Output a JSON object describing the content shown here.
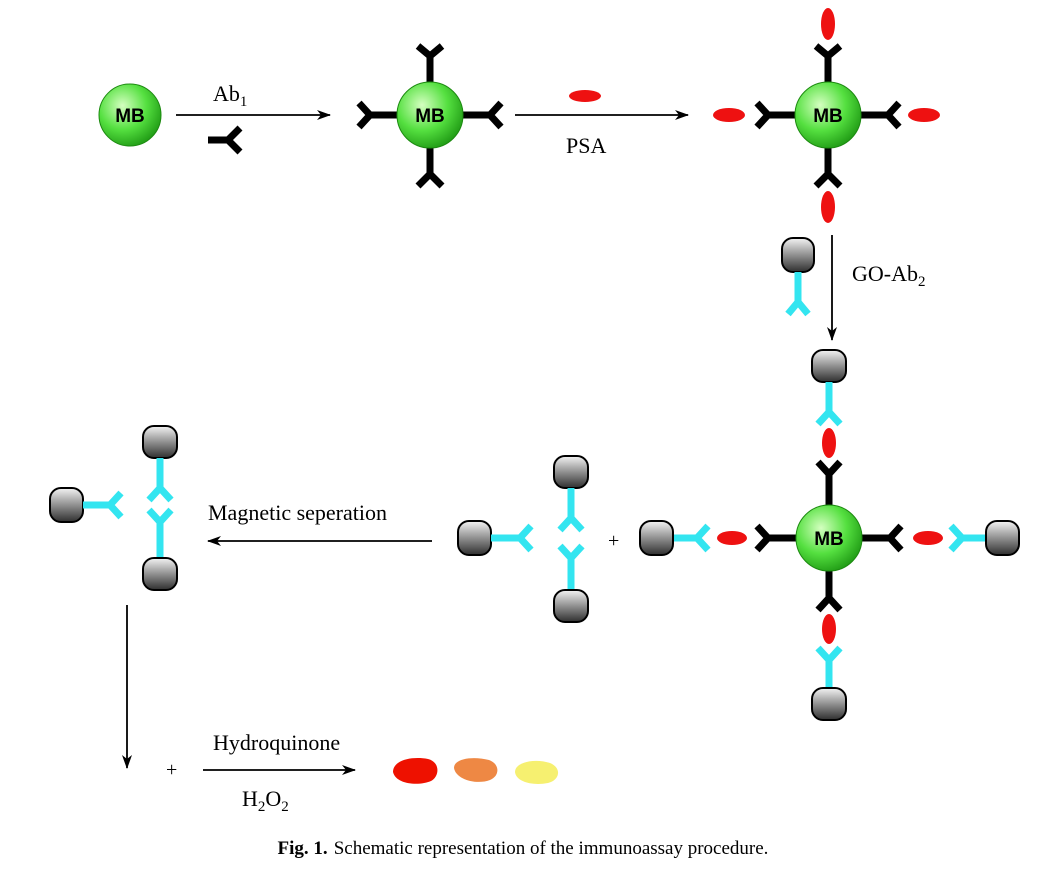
{
  "diagram": {
    "bead_label": "MB",
    "step1": {
      "label_main": "Ab",
      "label_sub": "1"
    },
    "step2": {
      "label": "PSA"
    },
    "step3": {
      "label_main": "GO-Ab",
      "label_sub": "2"
    },
    "step4": {
      "label": "Magnetic seperation"
    },
    "step5": {
      "label_top": "Hydroquinone",
      "label_bottom_1": "H",
      "label_bottom_sub_1": "2",
      "label_bottom_2": "O",
      "label_bottom_sub_2": "2"
    },
    "plus_sign": "+"
  },
  "colors": {
    "bead_green": "#44dd33",
    "bead_green_light": "#c8ffb0",
    "antibody1": "#000000",
    "antibody2": "#33e5f0",
    "antigen": "#ee1111",
    "graphene_oxide": "#6a6a6a",
    "product_red": "#ee1100",
    "product_orange": "#ee8844",
    "product_yellow": "#f6f070"
  },
  "caption": {
    "label": "Fig. 1.",
    "text": "Schematic representation of the immunoassay procedure."
  }
}
